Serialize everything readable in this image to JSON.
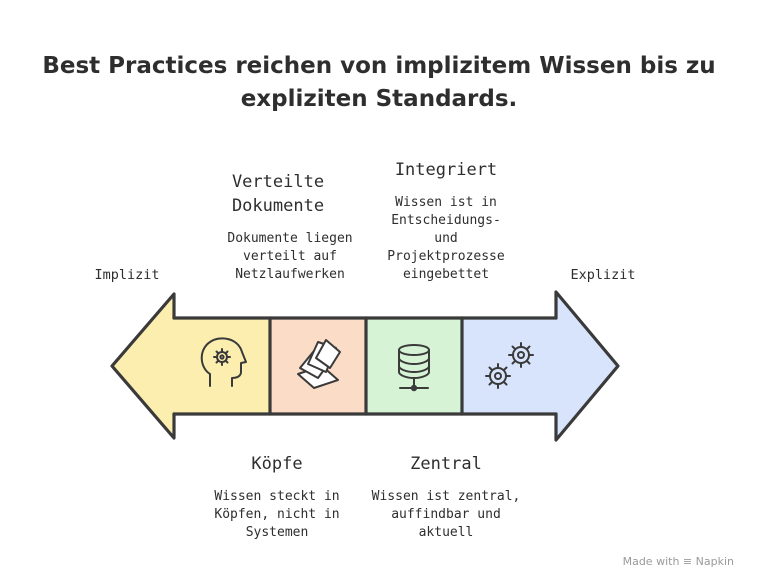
{
  "title": {
    "line1": "Best Practices reichen von implizitem Wissen bis zu",
    "line2": "expliziten Standards."
  },
  "ends": {
    "left": "Implizit",
    "right": "Explizit"
  },
  "stages": [
    {
      "name_line1": "Köpfe",
      "name_line2": "",
      "desc_line1": "Wissen steckt in",
      "desc_line2": "Köpfen, nicht in",
      "desc_line3": "Systemen",
      "desc_line4": "",
      "icon": "head-gear-icon",
      "color": "#fbeeae"
    },
    {
      "name_line1": "Verteilte",
      "name_line2": "Dokumente",
      "desc_line1": "Dokumente liegen",
      "desc_line2": "verteilt auf",
      "desc_line3": "Netzlaufwerken",
      "desc_line4": "",
      "icon": "scattered-documents-icon",
      "color": "#fbdcc6"
    },
    {
      "name_line1": "Zentral",
      "name_line2": "",
      "desc_line1": "Wissen ist zentral,",
      "desc_line2": "auffindbar und",
      "desc_line3": "aktuell",
      "desc_line4": "",
      "icon": "database-network-icon",
      "color": "#d6f3d6"
    },
    {
      "name_line1": "Integriert",
      "name_line2": "",
      "desc_line1": "Wissen ist in",
      "desc_line2": "Entscheidungs-",
      "desc_line3": "und",
      "desc_line4": "Projektprozesse",
      "desc_line5": "eingebettet",
      "icon": "gears-icon",
      "color": "#d8e4fb"
    }
  ],
  "footer": {
    "made_with": "Made with",
    "brand": "Napkin"
  }
}
